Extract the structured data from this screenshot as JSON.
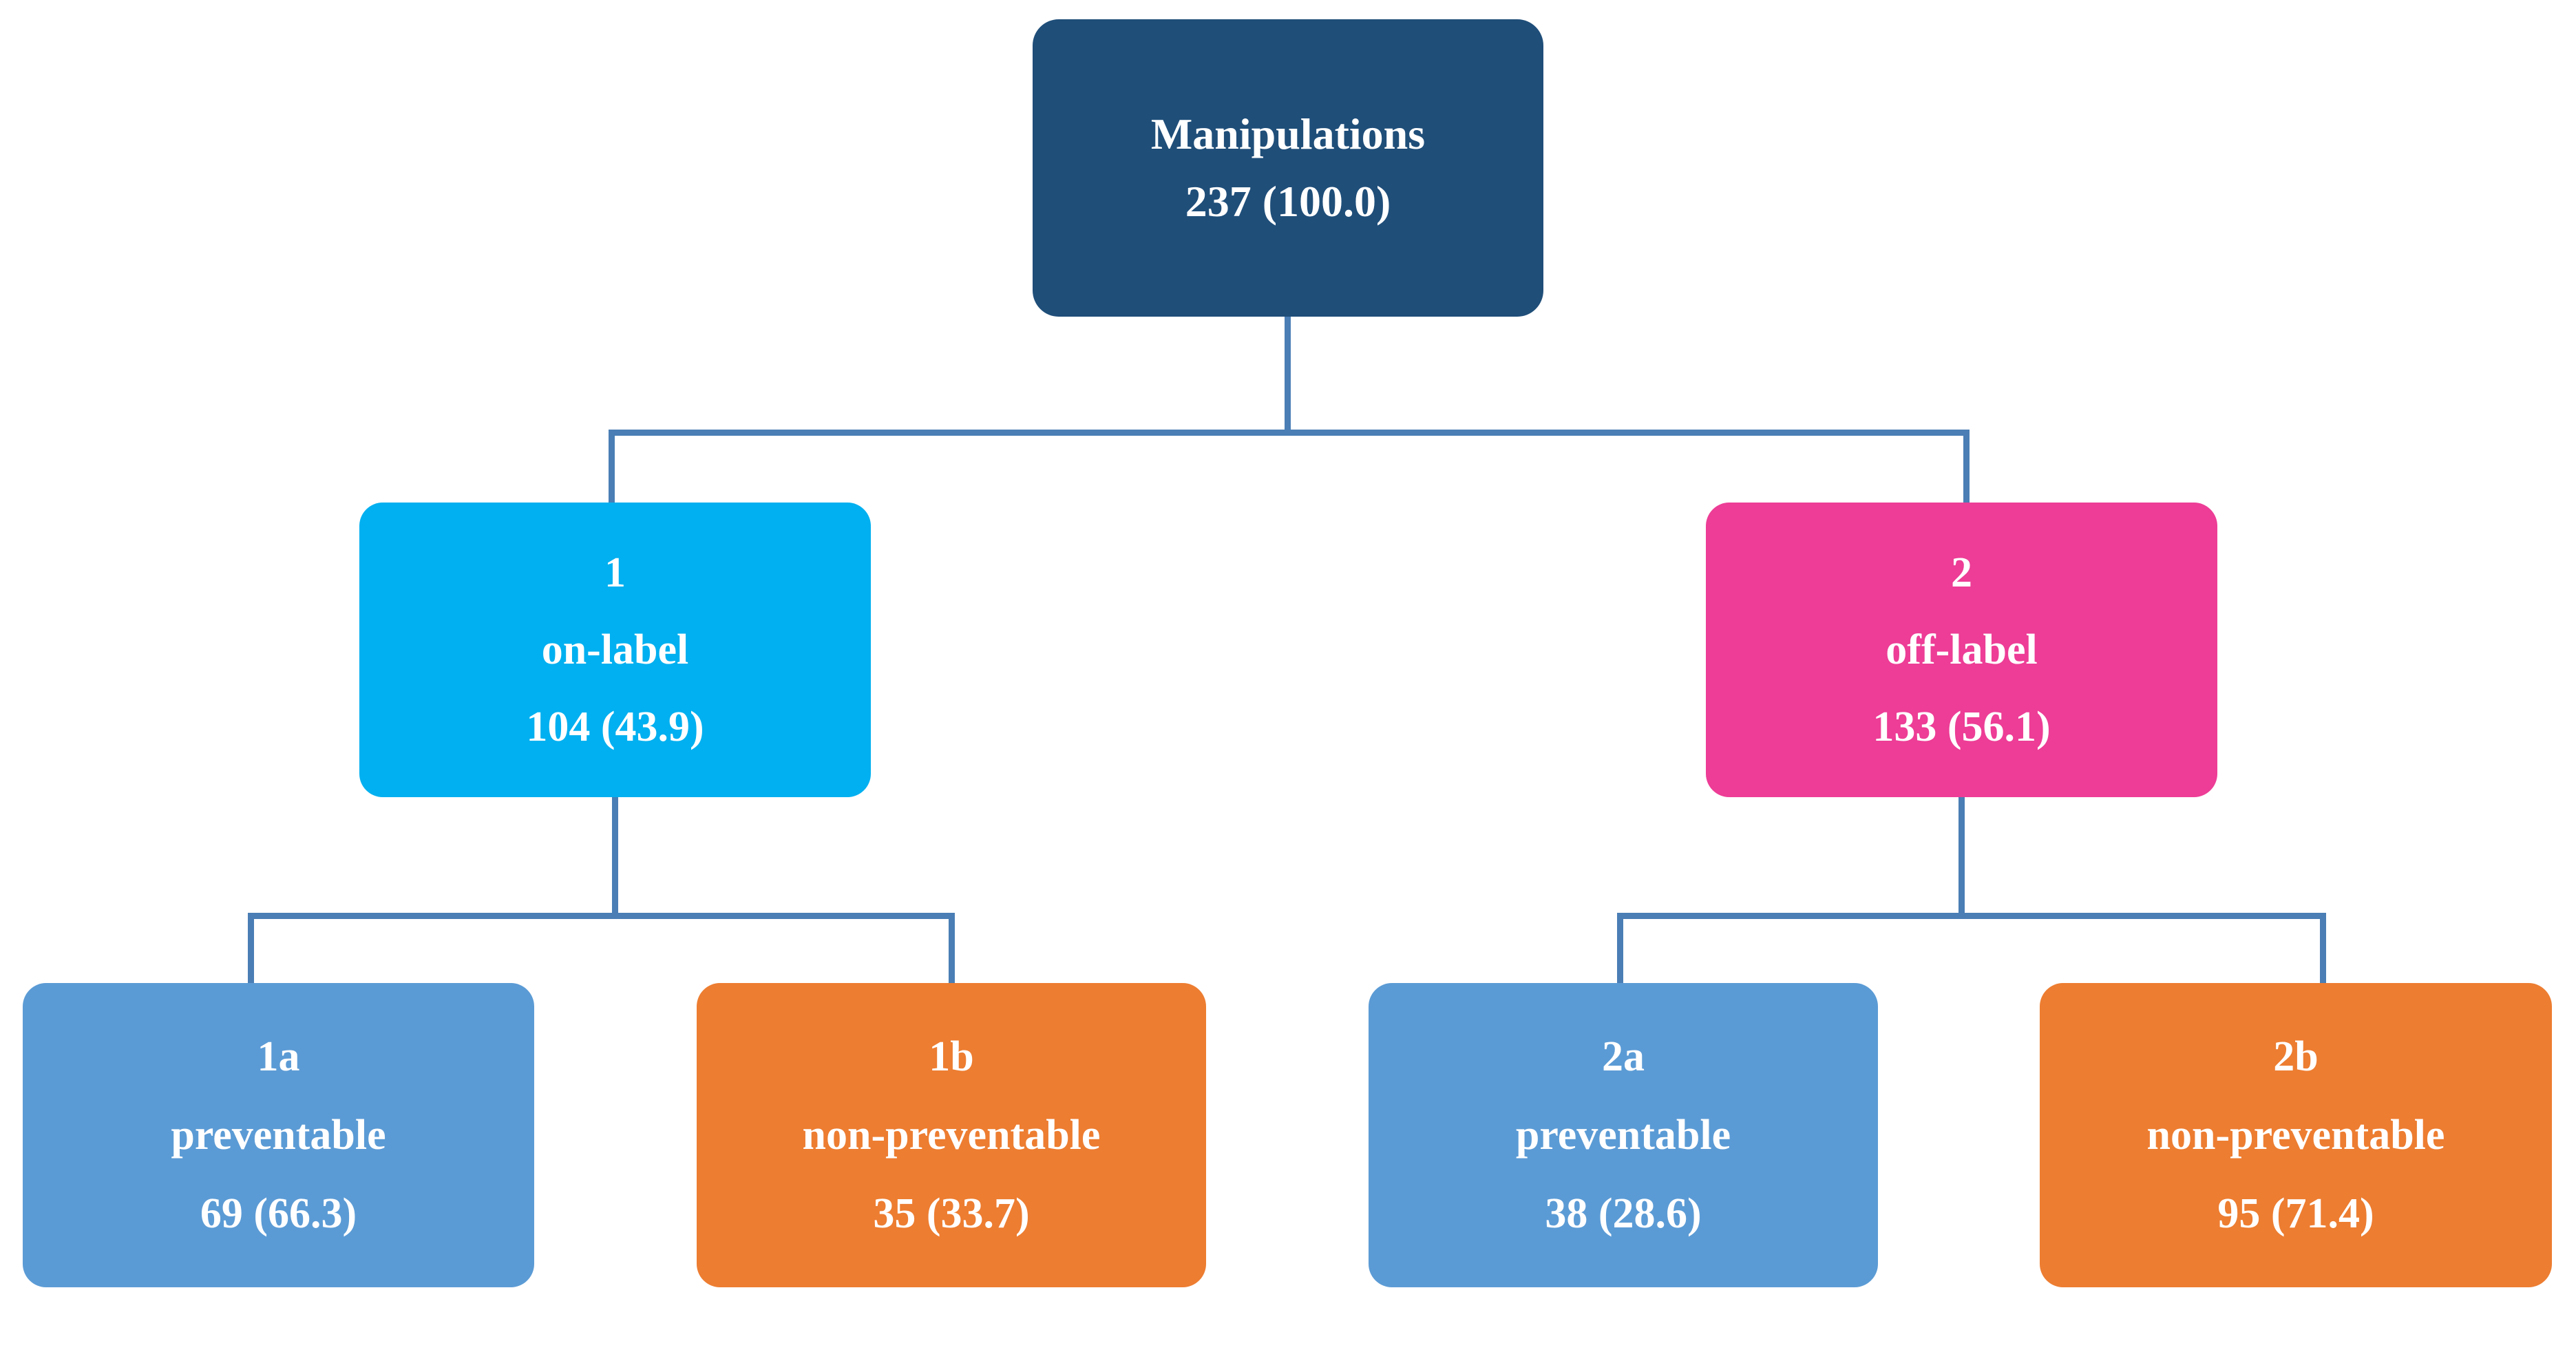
{
  "diagram": {
    "type": "flowchart-tree",
    "title_node": "root",
    "colors": {
      "root": "#1F4E79",
      "on_label": "#00B0F0",
      "off_label": "#ED3D96",
      "preventable": "#5B9BD5",
      "non_preventable": "#ED7D31",
      "connector": "#4A7EB5",
      "text": "#FFFFFF",
      "background": "#FFFFFF"
    },
    "nodes": {
      "root": {
        "code": "",
        "label": "Manipulations",
        "value": "237 (100.0)",
        "count": 237,
        "percent": 100.0
      },
      "n1": {
        "code": "1",
        "label": "on-label",
        "value": "104 (43.9)",
        "count": 104,
        "percent": 43.9
      },
      "n2": {
        "code": "2",
        "label": "off-label",
        "value": "133 (56.1)",
        "count": 133,
        "percent": 56.1
      },
      "n1a": {
        "code": "1a",
        "label": "preventable",
        "value": "69 (66.3)",
        "count": 69,
        "percent": 66.3
      },
      "n1b": {
        "code": "1b",
        "label": "non-preventable",
        "value": "35 (33.7)",
        "count": 35,
        "percent": 33.7
      },
      "n2a": {
        "code": "2a",
        "label": "preventable",
        "value": "38 (28.6)",
        "count": 38,
        "percent": 28.6
      },
      "n2b": {
        "code": "2b",
        "label": "non-preventable",
        "value": "95 (71.4)",
        "count": 95,
        "percent": 71.4
      }
    },
    "edges": [
      {
        "from": "root",
        "to": "n1"
      },
      {
        "from": "root",
        "to": "n2"
      },
      {
        "from": "n1",
        "to": "n1a"
      },
      {
        "from": "n1",
        "to": "n1b"
      },
      {
        "from": "n2",
        "to": "n2a"
      },
      {
        "from": "n2",
        "to": "n2b"
      }
    ]
  }
}
